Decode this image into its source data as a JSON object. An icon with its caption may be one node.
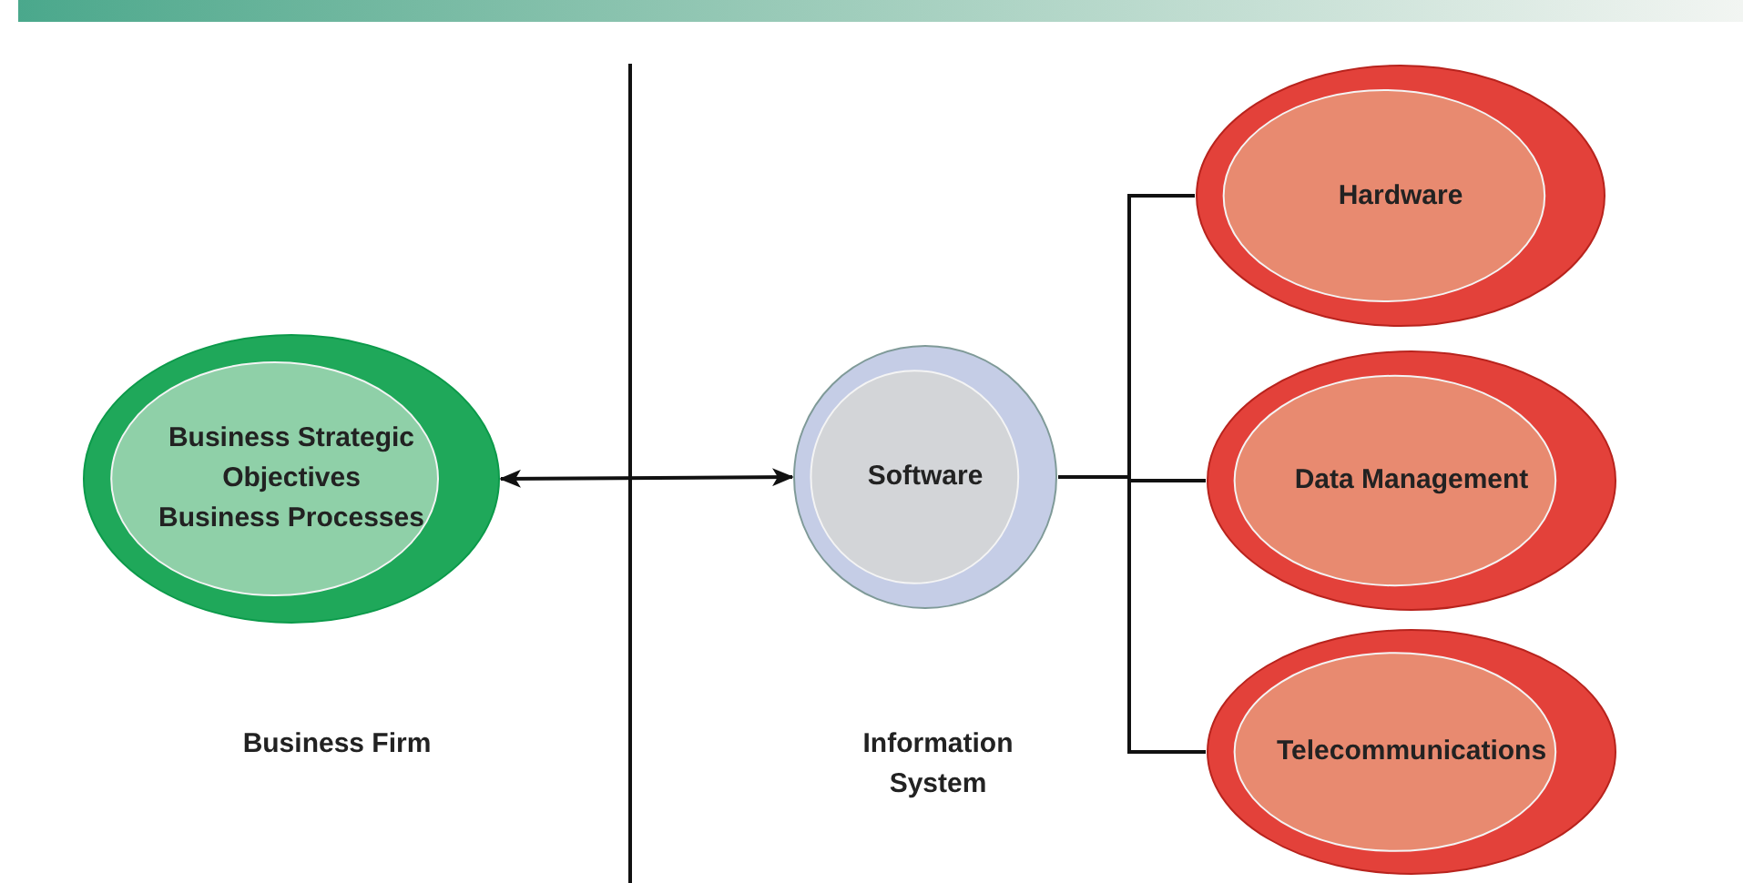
{
  "diagram": {
    "nodes": [
      {
        "text": [
          "Business Strategic Objectives",
          "Business Processes"
        ]
      },
      {
        "text": [
          "Software"
        ]
      },
      {
        "text": [
          "Hardware"
        ]
      },
      {
        "text": [
          "Data Management"
        ]
      },
      {
        "text": [
          "Telecommunications"
        ]
      }
    ],
    "edges": [
      {
        "from": 0,
        "to": 1,
        "arrow": "both"
      },
      {
        "from": 1,
        "to": 2,
        "arrow": "none"
      },
      {
        "from": 1,
        "to": 3,
        "arrow": "none"
      },
      {
        "from": 1,
        "to": 4,
        "arrow": "none"
      }
    ],
    "labels": [
      "Business Firm",
      "Information System"
    ]
  }
}
